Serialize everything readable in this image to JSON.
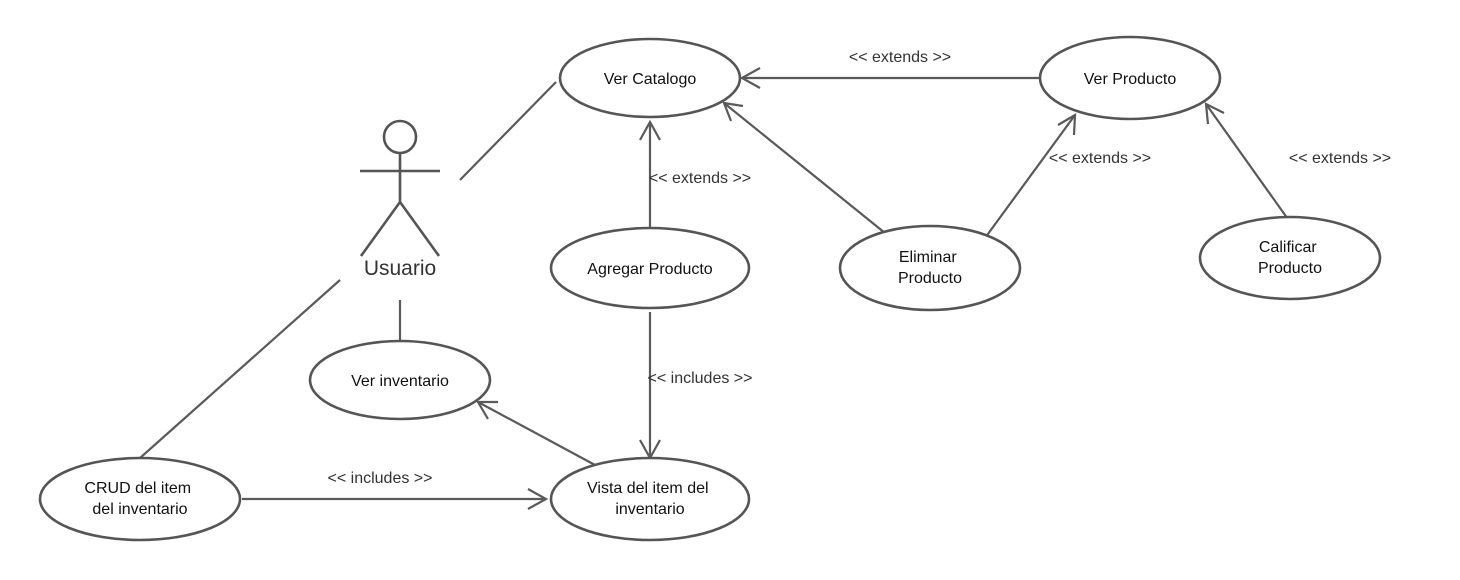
{
  "actor": {
    "label": "Usuario"
  },
  "use_cases": {
    "ver_catalogo": [
      "Ver Catalogo"
    ],
    "ver_producto": [
      "Ver Producto"
    ],
    "agregar_producto": [
      "Agregar Producto"
    ],
    "eliminar_producto": [
      "Eliminar",
      "Producto"
    ],
    "calificar_producto": [
      "Calificar",
      "Producto"
    ],
    "ver_inventario": [
      "Ver inventario"
    ],
    "crud_item": [
      "CRUD del item",
      "del inventario"
    ],
    "vista_item": [
      "Vista del item del",
      "inventario"
    ]
  },
  "relations": {
    "extends": "<< extends >>",
    "includes": "<< includes >>"
  },
  "colors": {
    "line": "#5a5a5a",
    "outline": "#555555",
    "text": "#111111",
    "background": "#ffffff"
  }
}
